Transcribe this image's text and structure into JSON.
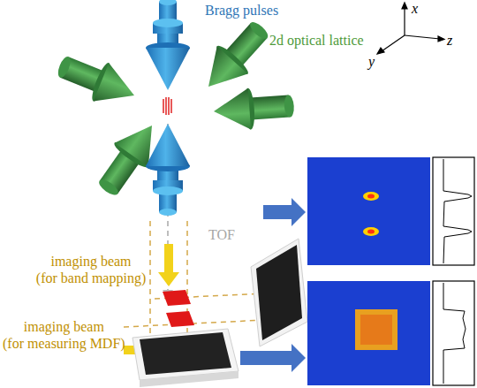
{
  "diagram": {
    "labels": [
      "Bragg pulses",
      "2d optical lattice",
      "x",
      "y",
      "z",
      "TOF",
      "imaging beam (for band mapping)",
      "imaging beam (for measuring MDF)"
    ]
  }
}
